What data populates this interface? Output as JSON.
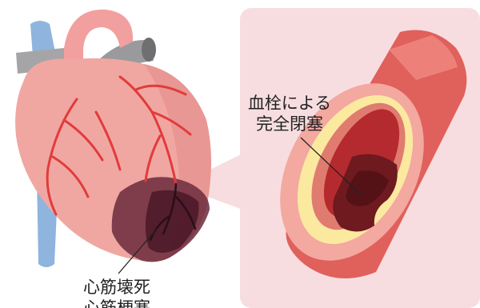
{
  "labels": {
    "clot_line1": "血栓による",
    "clot_line2": "完全閉塞",
    "infarct_line1": "心筋壊死",
    "infarct_line2": "心筋梗塞"
  },
  "colors": {
    "panel_bg": "#f7dde0",
    "heart_body": "#f0a7a2",
    "heart_shade": "#e48c8a",
    "infarct": "#6b2a3c",
    "aorta": "#f2a09f",
    "vein_blue": "#8fb4dd",
    "vessel_gray": "#9a9a9c",
    "artery_red": "#e23b3b",
    "vessel_outer": "#f3a8a0",
    "vessel_wall": "#e0605c",
    "plaque_yellow": "#fbe9a0",
    "lumen_red": "#b52a2e",
    "clot": "#6e1a1f"
  }
}
